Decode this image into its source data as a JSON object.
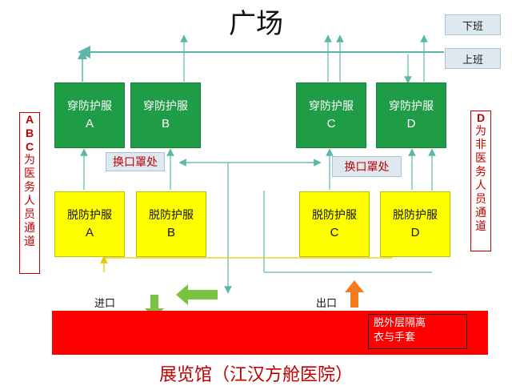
{
  "title": "广场",
  "legend": {
    "off_duty": "下班",
    "on_duty": "上班"
  },
  "don_boxes": [
    {
      "label": "穿防护服",
      "letter": "A"
    },
    {
      "label": "穿防护服",
      "letter": "B"
    },
    {
      "label": "穿防护服",
      "letter": "C"
    },
    {
      "label": "穿防护服",
      "letter": "D"
    }
  ],
  "doff_boxes": [
    {
      "label": "脱防护服",
      "letter": "A"
    },
    {
      "label": "脱防护服",
      "letter": "B"
    },
    {
      "label": "脱防护服",
      "letter": "C"
    },
    {
      "label": "脱防护服",
      "letter": "D"
    }
  ],
  "mask_change": {
    "left": "换口罩处",
    "right": "换口罩处"
  },
  "left_note": {
    "letters": [
      "A",
      "B",
      "C"
    ],
    "chars": [
      "为",
      "医",
      "务",
      "人",
      "员",
      "通",
      "道"
    ]
  },
  "right_note": {
    "letters": [
      "D"
    ],
    "chars": [
      "为",
      "非",
      "医",
      "务",
      "人",
      "员",
      "通",
      "道"
    ]
  },
  "entrance": "进口",
  "exit": "出口",
  "remove_note": {
    "line1": "脱外层隔离",
    "line2": "衣与手套"
  },
  "footer": "展览馆（江汉方舱医院）",
  "colors": {
    "green_box": "#1f9c46",
    "yellow_box": "#ffff00",
    "hall": "#ff0000",
    "flow_line": "#5bb8a8",
    "in_arrow": "#7cc242",
    "out_arrow": "#f47b20",
    "note_red": "#c00000"
  }
}
